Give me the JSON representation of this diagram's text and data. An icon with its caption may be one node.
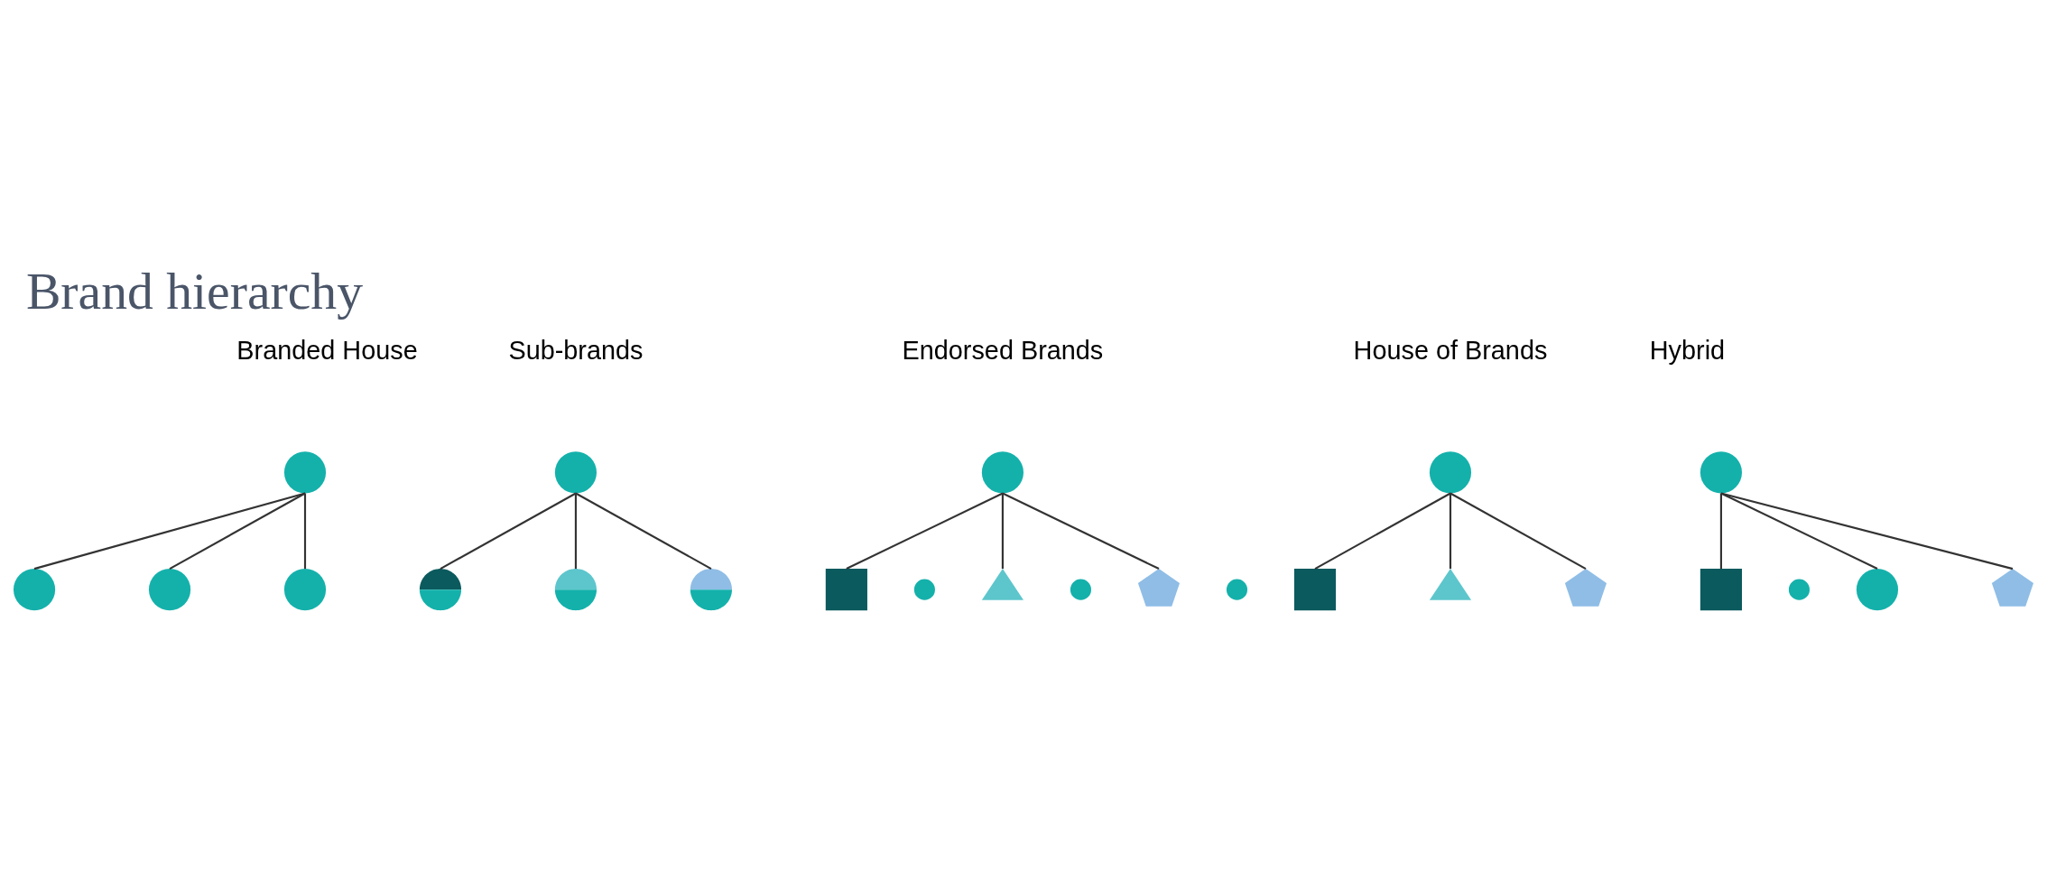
{
  "diagram": {
    "title": "Brand hierarchy",
    "nodes": [
      {
        "text": [],
        "shape": "circle"
      },
      {
        "text": [],
        "shape": "circle"
      },
      {
        "text": [],
        "shape": "circle"
      },
      {
        "text": [],
        "shape": "circle"
      },
      {
        "text": [],
        "shape": "circle"
      },
      {
        "text": [],
        "shape": "circle"
      },
      {
        "text": [],
        "shape": "circle"
      },
      {
        "text": [],
        "shape": "circle"
      },
      {
        "text": [],
        "shape": "circle"
      },
      {
        "text": [],
        "shape": "box"
      },
      {
        "text": [],
        "shape": "circle"
      },
      {
        "text": [],
        "shape": "triangle"
      },
      {
        "text": [],
        "shape": "circle"
      },
      {
        "text": [],
        "shape": "pentagon"
      },
      {
        "text": [],
        "shape": "circle"
      },
      {
        "text": [],
        "shape": "circle"
      },
      {
        "text": [],
        "shape": "box"
      },
      {
        "text": [],
        "shape": "triangle"
      },
      {
        "text": [],
        "shape": "pentagon"
      },
      {
        "text": [],
        "shape": "circle"
      },
      {
        "text": [],
        "shape": "box"
      },
      {
        "text": [],
        "shape": "circle"
      },
      {
        "text": [],
        "shape": "circle"
      },
      {
        "text": [],
        "shape": "pentagon"
      }
    ],
    "edges": [
      {
        "from": 0,
        "to": 1,
        "arrow": "none"
      },
      {
        "from": 0,
        "to": 2,
        "arrow": "none"
      },
      {
        "from": 0,
        "to": 3,
        "arrow": "none"
      },
      {
        "from": 4,
        "to": 5,
        "arrow": "none"
      },
      {
        "from": 4,
        "to": 6,
        "arrow": "none"
      },
      {
        "from": 4,
        "to": 7,
        "arrow": "none"
      },
      {
        "from": 8,
        "to": 9,
        "arrow": "none"
      },
      {
        "from": 8,
        "to": 11,
        "arrow": "none"
      },
      {
        "from": 8,
        "to": 13,
        "arrow": "none"
      },
      {
        "from": 15,
        "to": 16,
        "arrow": "none"
      },
      {
        "from": 15,
        "to": 17,
        "arrow": "none"
      },
      {
        "from": 15,
        "to": 18,
        "arrow": "none"
      },
      {
        "from": 19,
        "to": 20,
        "arrow": "none"
      },
      {
        "from": 19,
        "to": 22,
        "arrow": "none"
      },
      {
        "from": 19,
        "to": 23,
        "arrow": "none"
      }
    ],
    "labels": [
      "Branded House",
      "Sub-brands",
      "Endorsed Brands",
      "House of Brands",
      "Hybrid"
    ]
  }
}
